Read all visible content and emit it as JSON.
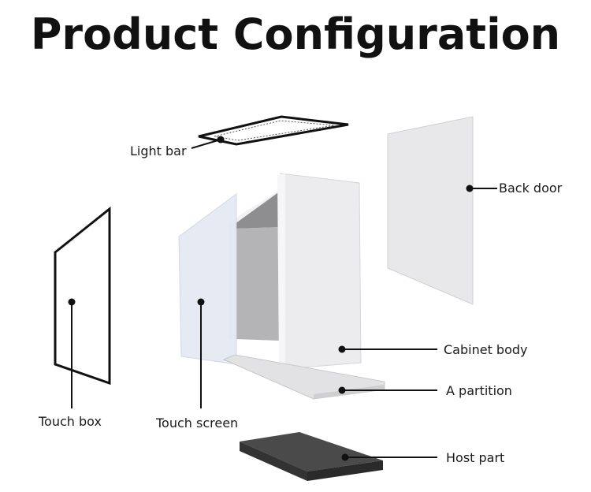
{
  "title": "Product Configuration",
  "labels": {
    "light_bar": "Light bar",
    "back_door": "Back door",
    "cabinet_body": "Cabinet body",
    "a_partition": "A partition",
    "host_part": "Host part",
    "touch_box": "Touch box",
    "touch_screen": "Touch screen"
  },
  "colors": {
    "panel": "#e4e4e6",
    "panel_light": "#f0f0f2",
    "touch_screen": "#e6ebf4",
    "inner_dark": "#8e8e90",
    "inner_mid": "#b4b4b6",
    "host_top": "#4a4a4a",
    "host_side": "#2a2a2a",
    "line": "#111111"
  }
}
